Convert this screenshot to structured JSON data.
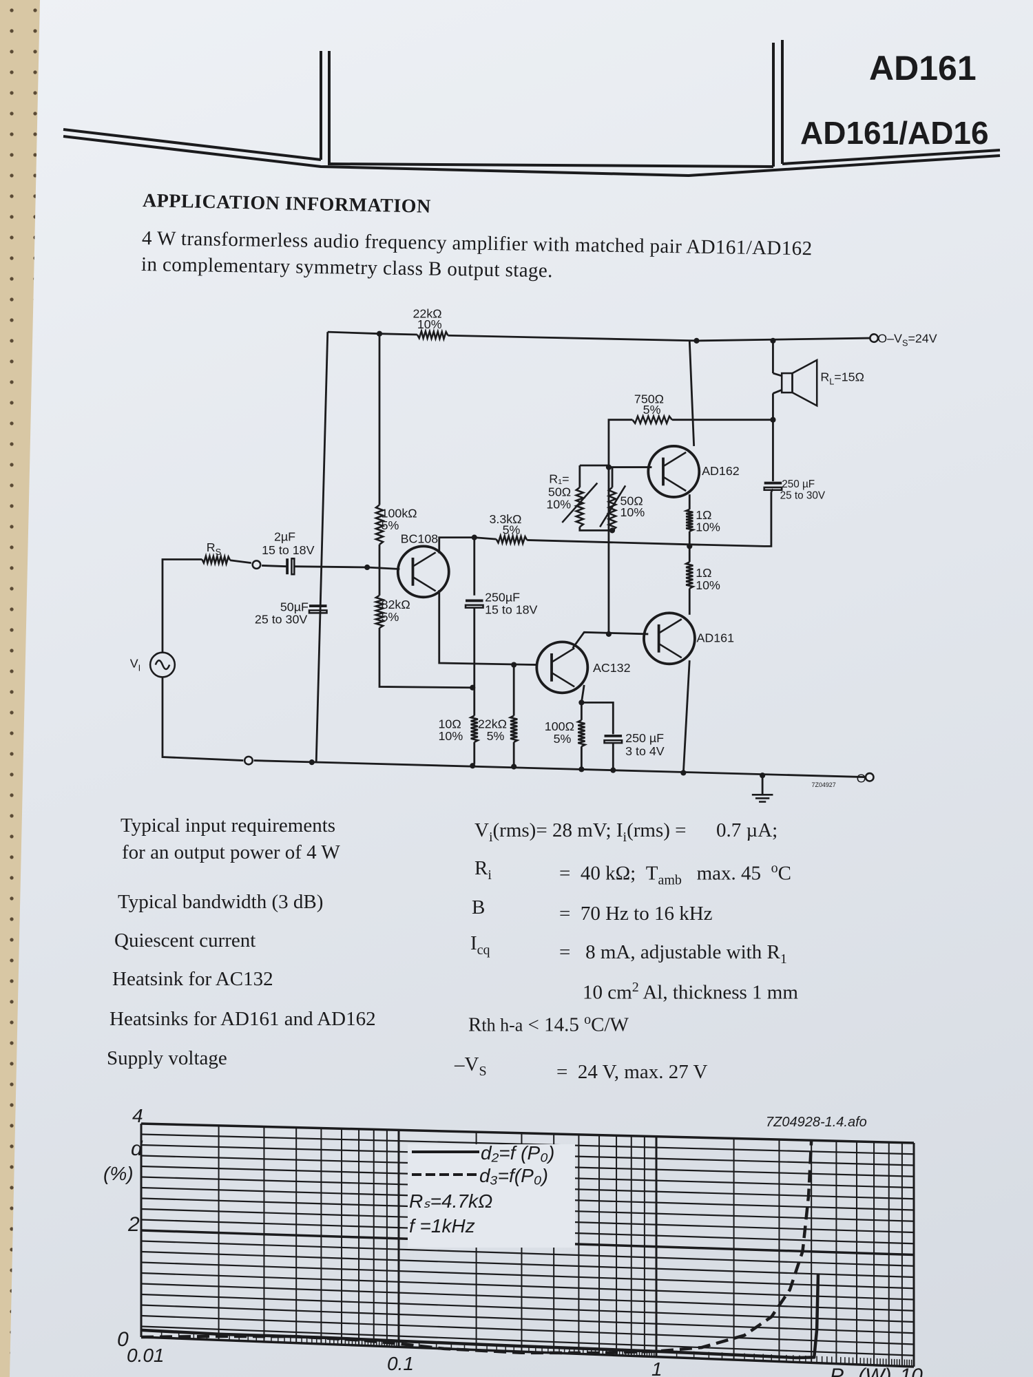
{
  "header": {
    "part_number": "AD161",
    "part_pair": "AD161/AD16"
  },
  "section_title": "APPLICATION INFORMATION",
  "description": {
    "line1": "4 W transformerless audio frequency amplifier with matched pair AD161/AD162",
    "line2": "in complementary symmetry class B output stage."
  },
  "schematic": {
    "supply": "O–V",
    "supply_sub": "S",
    "supply_val": "=24V",
    "load": "R",
    "load_sub": "L",
    "load_val": "=15Ω",
    "r_22k": "22kΩ",
    "r_22k_tol": "10%",
    "r_750": "750Ω",
    "r_750_tol": "5%",
    "ad162": "AD162",
    "ad161": "AD161",
    "bc108": "BC108",
    "ac132": "AC132",
    "c_250_out": "250 µF",
    "c_250_out_v": "25 to 30V",
    "r1_label": "R₁=",
    "r1_val": "50Ω",
    "r1_tol": "10%",
    "r_50": "50Ω",
    "r_50_tol": "10%",
    "r_1a": "1Ω",
    "r_1a_tol": "10%",
    "r_1b": "1Ω",
    "r_1b_tol": "10%",
    "r_100k": "100kΩ",
    "r_100k_tol": "5%",
    "r_82k": "82kΩ",
    "r_82k_tol": "5%",
    "r_3k3": "3.3kΩ",
    "r_3k3_tol": "5%",
    "rs": "R",
    "rs_sub": "S",
    "c_2u": "2µF",
    "c_2u_v": "15 to 18V",
    "c_50u": "50µF",
    "c_50u_v": "25 to 30V",
    "c_250_mid": "250µF",
    "c_250_mid_v": "15 to 18V",
    "vi": "V",
    "vi_sub": "I",
    "r_10": "10Ω",
    "r_10_tol": "10%",
    "r_22k2": "22kΩ",
    "r_22k2_tol": "5%",
    "r_100": "100Ω",
    "r_100_tol": "5%",
    "c_250_low": "250 µF",
    "c_250_low_v": "3 to 4V",
    "drawing_code": "7Z04927",
    "out_terminal": "O"
  },
  "specs": [
    {
      "label": "Typical input requirements",
      "label2": "for an output power of 4 W",
      "symbol": "V",
      "sub": "i",
      "rest": "(rms)=",
      "value": "28 mV;",
      "symbol2": "I",
      "sub2": "i",
      "rest2": "(rms) =",
      "value2": "0.7   µA;"
    },
    {
      "symbol": "R",
      "sub": "i",
      "eq": "=",
      "value": "40 kΩ;",
      "symbol2": "T",
      "sub2": "amb",
      "value2": "max.   45",
      "unit": "o",
      "unit2": "C"
    },
    {
      "label": "Typical bandwidth (3 dB)",
      "symbol": "B",
      "eq": "=",
      "value": "70 Hz  to  16 kHz"
    },
    {
      "label": "Quiescent current",
      "symbol": "I",
      "sub": "cq",
      "eq": "=",
      "value": "8 mA, adjustable with R",
      "value_sub": "1"
    },
    {
      "label": "Heatsink   for AC132",
      "value": "10 cm",
      "sup": "2",
      "value_rest": " Al,  thickness  1 mm"
    },
    {
      "label": "Heatsinks for AD161 and AD162",
      "symbol": "R",
      "sub": "th h-a",
      "eq": "<",
      "value": "14.5 ",
      "sup": "o",
      "value_rest": "C/W"
    },
    {
      "label": "Supply voltage",
      "symbol": "–V",
      "sub": "S",
      "eq": "=",
      "value": "24  V,  max.  27  V"
    }
  ],
  "chart_data": {
    "type": "line",
    "title": "",
    "code": "7Z04928-1.4.afo",
    "xlabel": "P",
    "xlabel_sub": "o",
    "xlabel_unit": "(W)",
    "ylabel": "d",
    "ylabel_unit": "(%)",
    "xscale": "log",
    "xlim": [
      0.01,
      10
    ],
    "ylim": [
      0,
      4
    ],
    "xticks": [
      "0.01",
      "0.1",
      "1",
      "10"
    ],
    "yticks": [
      "0",
      "2",
      "4"
    ],
    "grid": true,
    "legend": {
      "placement": "top-center",
      "d2": "d₂=f (P₀)",
      "d3": "d₃=f(P₀)",
      "rs": "Rₛ=4.7kΩ",
      "f": "f   =1kHz"
    },
    "series": [
      {
        "name": "d2=f(Po)",
        "style": "solid",
        "x": [
          0.01,
          0.02,
          0.05,
          0.1,
          0.3,
          1,
          2,
          3.5,
          4.1,
          4.2,
          4.25
        ],
        "y": [
          0.13,
          0.11,
          0.12,
          0.11,
          0.1,
          0.1,
          0.09,
          0.08,
          0.1,
          0.6,
          1.6
        ]
      },
      {
        "name": "d3=f(Po)",
        "style": "dashed",
        "x": [
          0.01,
          0.02,
          0.04,
          0.07,
          0.1,
          0.15,
          0.3,
          0.6,
          1,
          1.5,
          2.2,
          2.8,
          3.3,
          3.7,
          3.9,
          4.0
        ],
        "y": [
          0.0,
          0.07,
          0.12,
          0.1,
          0.06,
          0.0,
          -0.02,
          0.03,
          0.1,
          0.2,
          0.45,
          0.8,
          1.3,
          2.0,
          3.0,
          4.0
        ]
      }
    ]
  }
}
